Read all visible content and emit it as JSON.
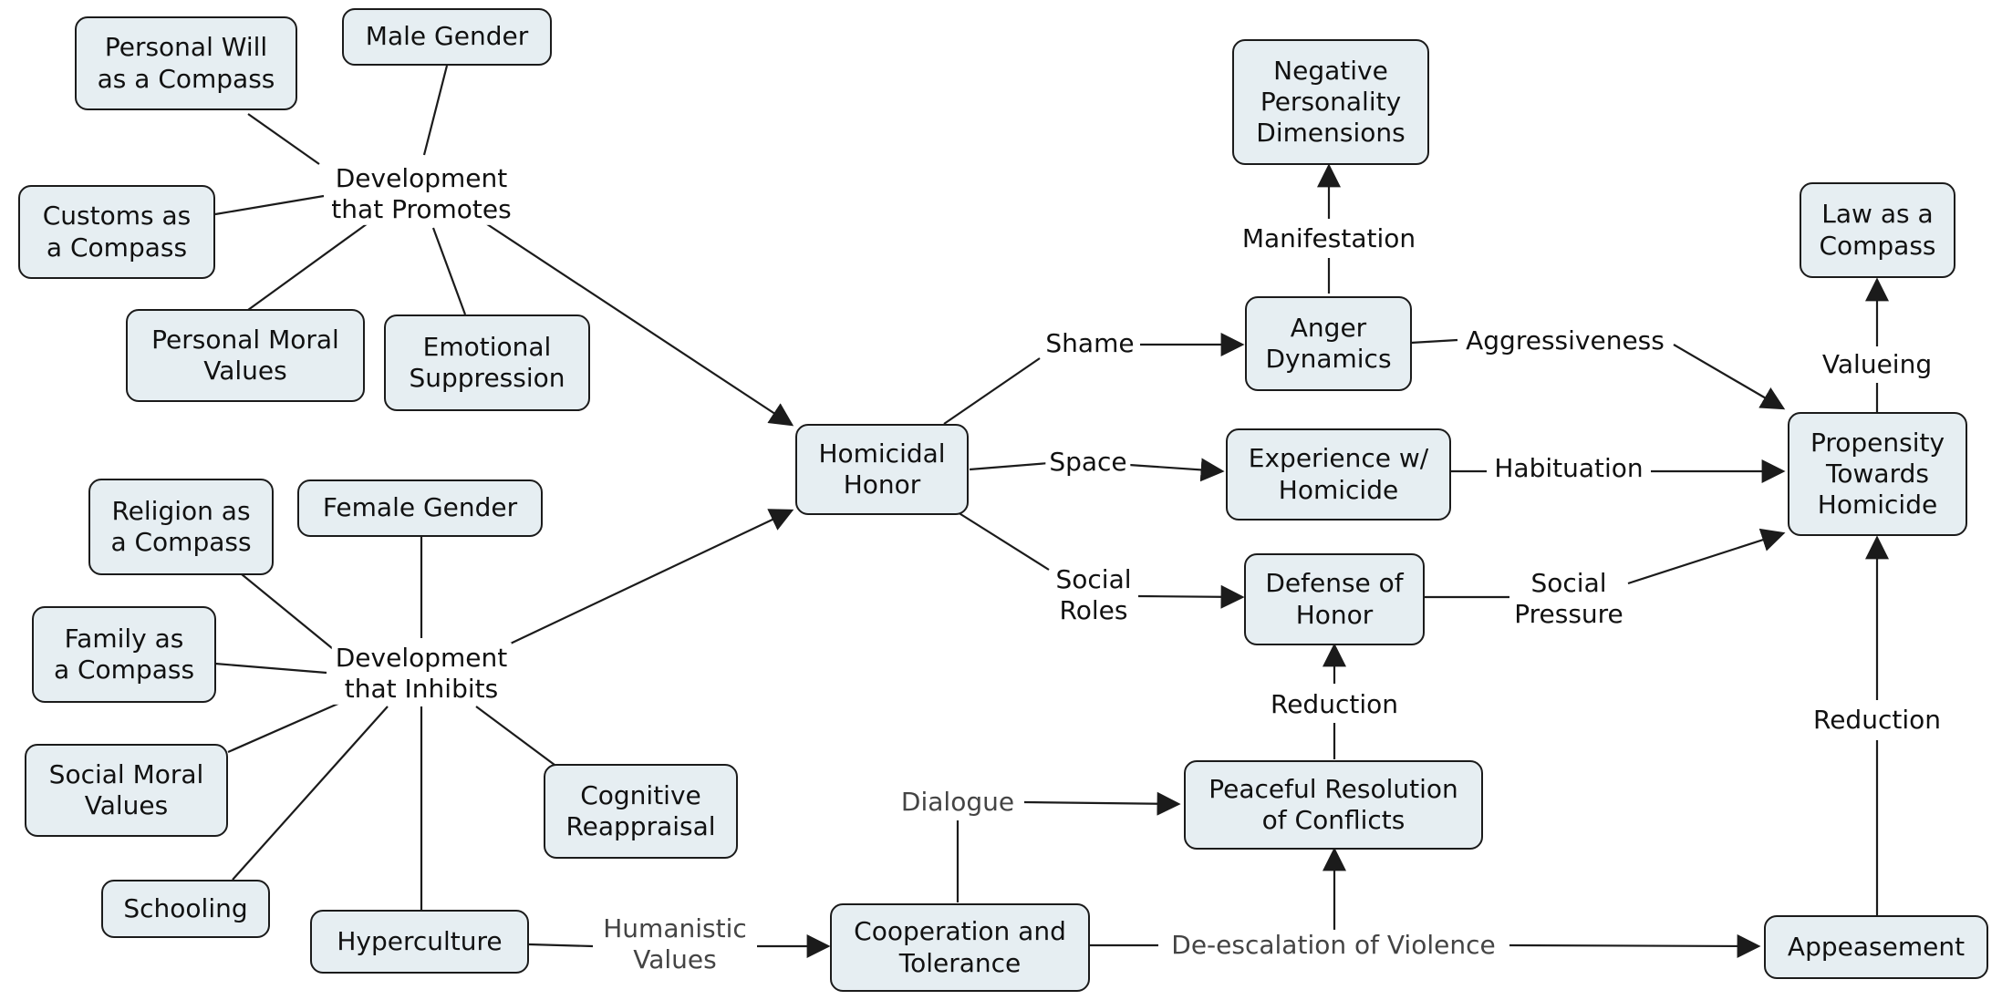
{
  "nodes": {
    "personal_will": "Personal Will\nas a Compass",
    "male_gender": "Male Gender",
    "customs": "Customs as\na Compass",
    "personal_moral": "Personal Moral\nValues",
    "emotional_suppression": "Emotional\nSuppression",
    "religion": "Religion as\na Compass",
    "female_gender": "Female Gender",
    "family": "Family as\na Compass",
    "social_moral": "Social Moral\nValues",
    "cognitive": "Cognitive\nReappraisal",
    "schooling": "Schooling",
    "hyperculture": "Hyperculture",
    "homicidal_honor": "Homicidal\nHonor",
    "negative_personality": "Negative\nPersonality\nDimensions",
    "anger": "Anger\nDynamics",
    "experience": "Experience w/\nHomicide",
    "defense": "Defense of\nHonor",
    "law": "Law as a\nCompass",
    "propensity": "Propensity\nTowards\nHomicide",
    "peaceful": "Peaceful Resolution\nof Conflicts",
    "cooperation": "Cooperation and\nTolerance",
    "appeasement": "Appeasement"
  },
  "labels": {
    "dev_promotes": "Development\nthat Promotes",
    "dev_inhibits": "Development\nthat Inhibits",
    "shame": "Shame",
    "space": "Space",
    "social_roles": "Social\nRoles",
    "manifestation": "Manifestation",
    "aggressiveness": "Aggressiveness",
    "habituation": "Habituation",
    "social_pressure": "Social\nPressure",
    "valueing": "Valueing",
    "reduction_defense": "Reduction",
    "reduction_propensity": "Reduction",
    "dialogue": "Dialogue",
    "humanistic": "Humanistic\nValues",
    "deescalation": "De-escalation of Violence"
  },
  "colors": {
    "node_fill": "#e6eef2",
    "node_border": "#1b1b1b",
    "edge": "#1b1b1b",
    "edge_grey": "#3a3a3a"
  }
}
